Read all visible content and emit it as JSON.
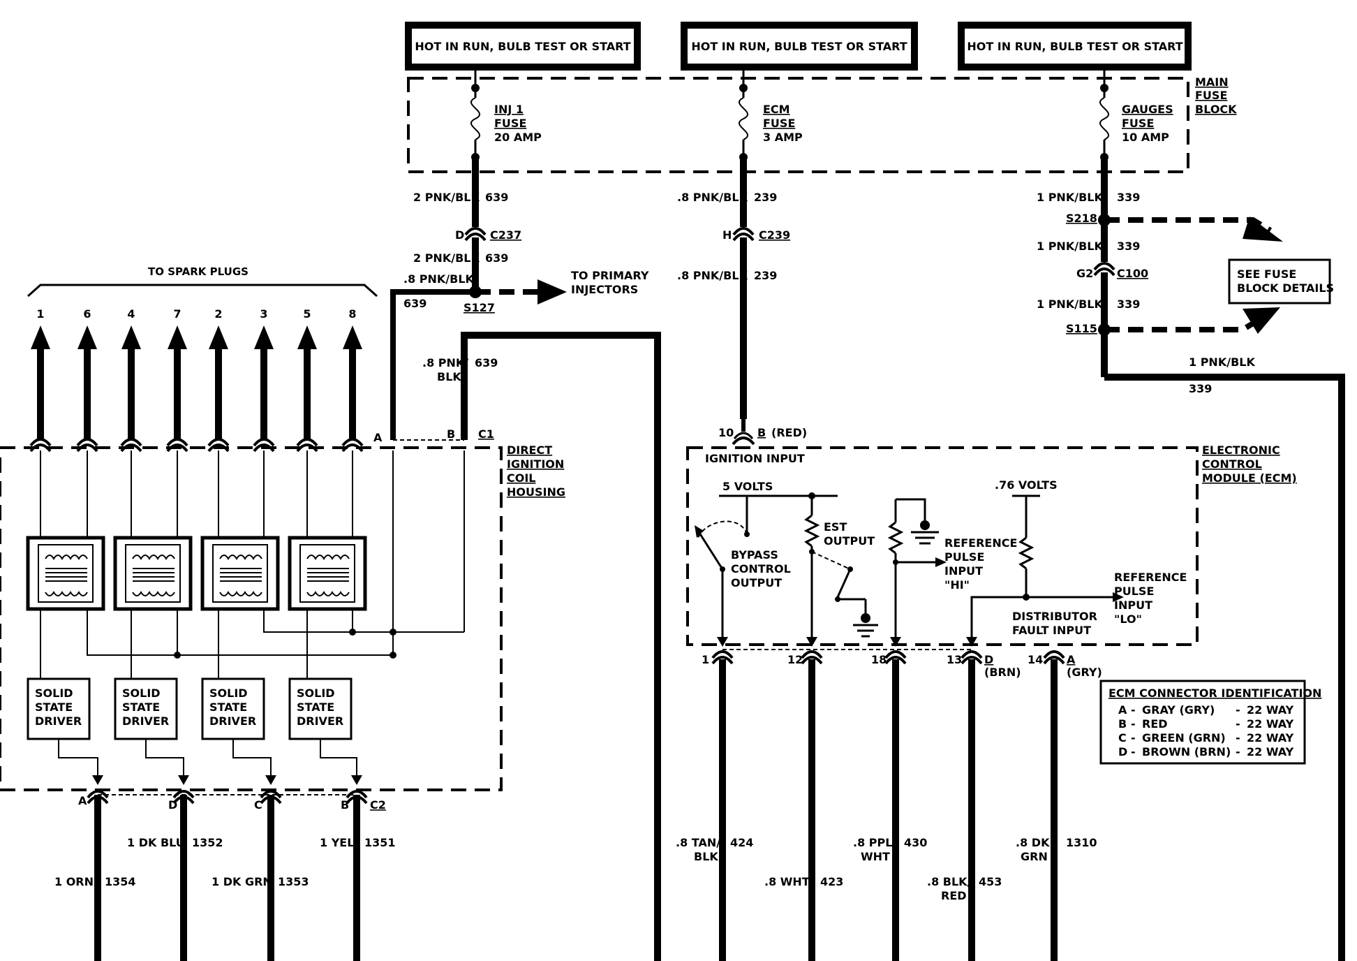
{
  "power_boxes": [
    "HOT IN RUN, BULB TEST OR START",
    "HOT IN RUN, BULB TEST OR START",
    "HOT IN RUN, BULB TEST OR START"
  ],
  "fuse_block": {
    "label": [
      "MAIN",
      "FUSE",
      "BLOCK"
    ],
    "inj1": [
      "INJ 1",
      "FUSE",
      "20 AMP"
    ],
    "ecm": [
      "ECM",
      "FUSE",
      "3 AMP"
    ],
    "gauges": [
      "GAUGES",
      "FUSE",
      "10 AMP"
    ]
  },
  "wires": {
    "w639_a": "2 PNK/BLK",
    "n639_a": "639",
    "conn_d": "D",
    "c237": "C237",
    "w639_b": "2 PNK/BLK",
    "n639_b": "639",
    "w639_c": ".8 PNK/BLK",
    "n639_c": "639",
    "s127": "S127",
    "to_primary": [
      "TO PRIMARY",
      "INJECTORS"
    ],
    "w639_d": [
      ".8 PNK/",
      "BLK"
    ],
    "n639_d": "639",
    "w239_a": ".8 PNK/BLK",
    "n239_a": "239",
    "conn_h": "H",
    "c239": "C239",
    "w239_b": ".8 PNK/BLK",
    "n239_b": "239",
    "ecm_b10": "10",
    "ecm_b": "B",
    "ecm_red": "(RED)",
    "w339_a": "1 PNK/BLK",
    "n339_a": "339",
    "s218": "S218",
    "w339_b": "1 PNK/BLK",
    "n339_b": "339",
    "g2": "G2",
    "c100": "C100",
    "w339_c": "1 PNK/BLK",
    "n339_c": "339",
    "s115": "S115",
    "w339_d": "1 PNK/BLK",
    "n339_d": "339",
    "see_fuse": [
      "SEE FUSE",
      "BLOCK DETAILS"
    ]
  },
  "coil": {
    "to_spark": "TO SPARK PLUGS",
    "plugs": [
      "1",
      "6",
      "4",
      "7",
      "2",
      "3",
      "5",
      "8"
    ],
    "label": [
      "DIRECT",
      "IGNITION",
      "COIL",
      "HOUSING"
    ],
    "c1_a": "A",
    "c1_b": "B",
    "c1": "C1",
    "driver": [
      "SOLID",
      "STATE",
      "DRIVER"
    ],
    "c2_pins": [
      "A",
      "D",
      "C",
      "B"
    ],
    "c2": "C2"
  },
  "bottom_wires": {
    "orn": "1 ORN",
    "n1354": "1354",
    "dkblu": "1 DK BLU",
    "n1352": "1352",
    "dkgrn": "1 DK GRN",
    "n1353": "1353",
    "yel": "1 YEL",
    "n1351": "1351",
    "tan": [
      ".8 TAN/",
      "BLK"
    ],
    "n424": "424",
    "wht": ".8 WHT",
    "n423": "423",
    "ppl": [
      ".8 PPL/",
      "WHT"
    ],
    "n430": "430",
    "blkred": [
      ".8 BLK/",
      "RED"
    ],
    "n453": "453",
    "dkgrn2": [
      ".8 DK",
      "GRN"
    ],
    "n1310": "1310"
  },
  "ecm": {
    "label": [
      "ELECTRONIC",
      "CONTROL",
      "MODULE (ECM)"
    ],
    "ignition_input": "IGNITION INPUT",
    "five_volts": "5 VOLTS",
    "bypass": [
      "BYPASS",
      "CONTROL",
      "OUTPUT"
    ],
    "est": [
      "EST",
      "OUTPUT"
    ],
    "ref_hi": [
      "REFERENCE",
      "PULSE",
      "INPUT",
      "\"HI\""
    ],
    "volts76": ".76 VOLTS",
    "ref_lo": [
      "REFERENCE",
      "PULSE",
      "INPUT",
      "\"LO\""
    ],
    "dist_fault": [
      "DISTRIBUTOR",
      "FAULT INPUT"
    ],
    "pins": [
      "1",
      "12",
      "18",
      "13",
      "14"
    ],
    "d": "D",
    "brn": "(BRN)",
    "a": "A",
    "gry": "(GRY)"
  },
  "connector_id": {
    "title": "ECM CONNECTOR IDENTIFICATION",
    "rows": [
      [
        "A",
        "-",
        "GRAY (GRY)",
        "-",
        "22 WAY"
      ],
      [
        "B",
        "-",
        "RED",
        "-",
        "22 WAY"
      ],
      [
        "C",
        "-",
        "GREEN (GRN)",
        "-",
        "22 WAY"
      ],
      [
        "D",
        "-",
        "BROWN (BRN)",
        "-",
        "22 WAY"
      ]
    ]
  }
}
